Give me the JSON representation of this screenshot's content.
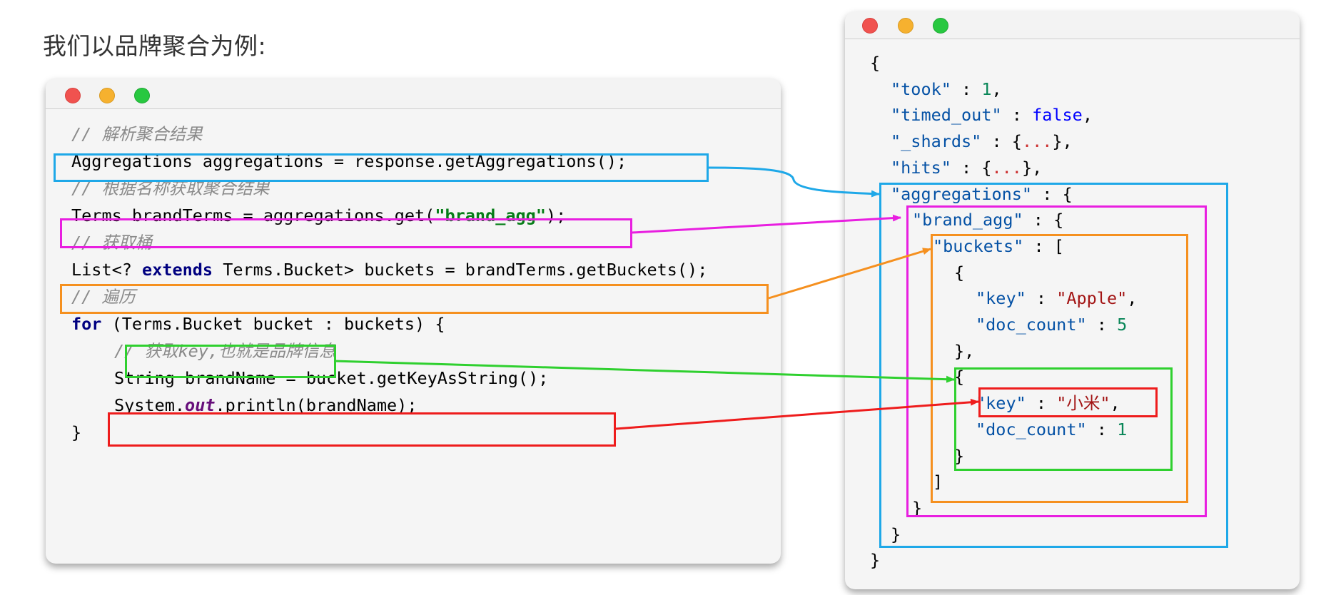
{
  "heading": "我们以品牌聚合为例:",
  "colors": {
    "blue": "#1ea8e8",
    "magenta": "#e81fe0",
    "orange": "#f5901f",
    "green": "#2fd02f",
    "red": "#ee1c1c"
  },
  "java_code": {
    "comment_parse": "// 解析聚合结果",
    "line_aggregations": "Aggregations aggregations = response.getAggregations();",
    "comment_get_by_name": "// 根据名称获取聚合结果",
    "line_terms_prefix": "Terms brandTerms = aggregations.get(",
    "line_terms_arg": "\"brand_agg\"",
    "line_terms_suffix": ");",
    "comment_get_buckets": "// 获取桶",
    "line_list_prefix": "List<? ",
    "line_list_keyword": "extends",
    "line_list_suffix": " Terms.Bucket> buckets = brandTerms.getBuckets();",
    "comment_iterate": "// 遍历",
    "line_for_keyword": "for",
    "line_for_rest": " (Terms.Bucket bucket : buckets) {",
    "comment_get_key": "// 获取key,也就是品牌信息",
    "line_string": "String brandName = bucket.getKeyAsString();",
    "line_print_prefix": "System.",
    "line_print_field": "out",
    "line_print_suffix": ".println(brandName);",
    "line_close": "}"
  },
  "json_response": {
    "open": "{",
    "took_key": "\"took\"",
    "took_value": "1",
    "timed_out_key": "\"timed_out\"",
    "timed_out_value": "false",
    "shards_key": "\"_shards\"",
    "hits_key": "\"hits\"",
    "ellipsis": "...",
    "aggregations_key": "\"aggregations\"",
    "brand_agg_key": "\"brand_agg\"",
    "buckets_key": "\"buckets\"",
    "key_key": "\"key\"",
    "bucket1_key_value": "\"Apple\"",
    "doc_count_key": "\"doc_count\"",
    "bucket1_doc_count": "5",
    "bucket2_key_value": "\"小米\"",
    "bucket2_doc_count": "1",
    "close": "}"
  }
}
